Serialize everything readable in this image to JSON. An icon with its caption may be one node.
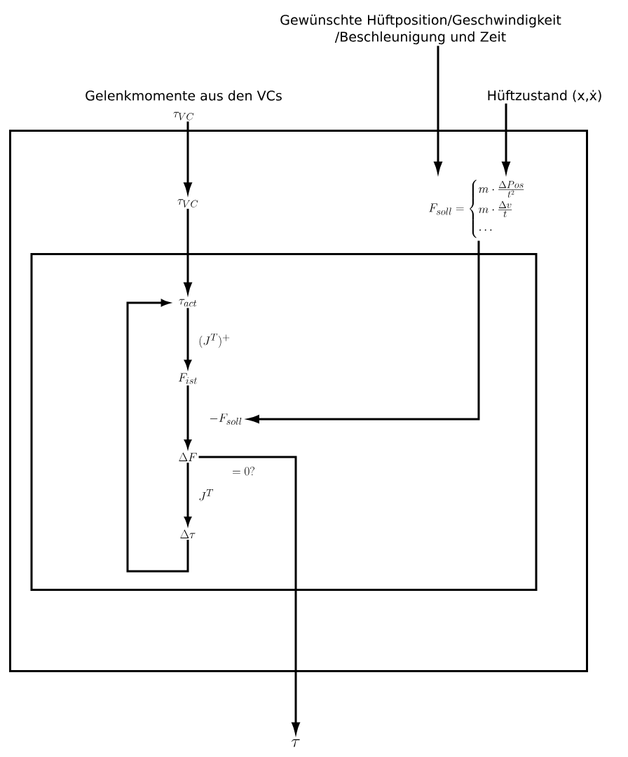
{
  "diagram": {
    "nodes": [
      {
        "text": [],
        "shape": "box"
      },
      {
        "text": [],
        "shape": "box",
        "in": 0
      },
      {
        "text": [
          "Gelenkmomente aus den VCs",
          "\\tau_{VC}"
        ]
      },
      {
        "text": [
          "\\tau_{VC}"
        ],
        "in": 0
      },
      {
        "text": [
          "Gewünschte Hüftposition/Geschwindigkeit /Beschleunigung und Zeit"
        ]
      },
      {
        "text": [
          "Hüftzustand (x,ẋ)"
        ]
      },
      {
        "text": [
          "F_{soll} = \\begin{cases} m\\cdot\\frac{\\Delta Pos}{t^2} \\\\ m\\cdot\\frac{\\Delta v}{t} \\\\ \\cdots \\end{cases}"
        ],
        "in": 0
      },
      {
        "text": [
          "\\tau_{act}"
        ],
        "in": 1
      },
      {
        "text": [
          "F_{ist}"
        ],
        "in": 1
      },
      {
        "text": [
          "-F_{soll}"
        ],
        "in": 1
      },
      {
        "text": [
          "\\Delta F"
        ],
        "in": 1
      },
      {
        "text": [
          "\\Delta\\tau"
        ],
        "in": 1
      },
      {
        "text": [
          "\\tau"
        ]
      }
    ],
    "edges": [
      {
        "from": 2,
        "to": 3,
        "arrow": "to"
      },
      {
        "from": 4,
        "to": 6,
        "arrow": "to"
      },
      {
        "from": 5,
        "to": 6,
        "arrow": "to"
      },
      {
        "from": 3,
        "to": 7,
        "arrow": "to"
      },
      {
        "from": 7,
        "to": 8,
        "arrow": "to",
        "label": "(J^T)^+"
      },
      {
        "from": 8,
        "to": 10,
        "arrow": "to"
      },
      {
        "from": 6,
        "to": 9,
        "arrow": "to"
      },
      {
        "from": 10,
        "to": 11,
        "arrow": "to",
        "label": "J^T"
      },
      {
        "from": 11,
        "to": 7,
        "arrow": "to"
      },
      {
        "from": 10,
        "to": 12,
        "arrow": "to",
        "label": "= 0?"
      }
    ]
  }
}
